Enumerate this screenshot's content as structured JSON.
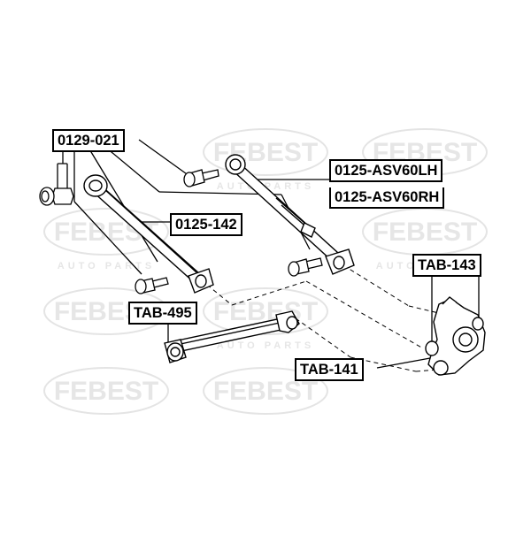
{
  "watermark": {
    "brand": "FEBEST",
    "tagline": "AUTO PARTS",
    "color": "#e2e2e2"
  },
  "parts": {
    "bolt_label": "0129-021",
    "arm_upper_lh": "0125-ASV60LH",
    "arm_upper_rh": "0125-ASV60RH",
    "arm_lower": "0125-142",
    "bushing_knuckle_upper": "TAB-143",
    "bushing_trailing": "TAB-495",
    "bushing_knuckle_lower": "TAB-141"
  },
  "colors": {
    "line": "#000000",
    "label_border": "#000000",
    "background": "#ffffff"
  }
}
